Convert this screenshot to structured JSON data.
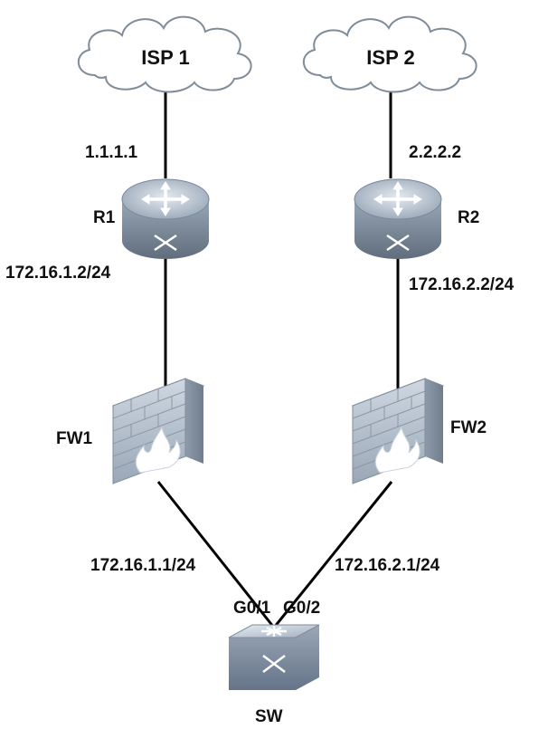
{
  "clouds": {
    "isp1": {
      "label": "ISP 1"
    },
    "isp2": {
      "label": "ISP 2"
    }
  },
  "routers": {
    "r1": {
      "label": "R1",
      "wan_ip": "1.1.1.1",
      "lan_ip": "172.16.1.2/24"
    },
    "r2": {
      "label": "R2",
      "wan_ip": "2.2.2.2",
      "lan_ip": "172.16.2.2/24"
    }
  },
  "firewalls": {
    "fw1": {
      "label": "FW1",
      "ip": "172.16.1.1/24"
    },
    "fw2": {
      "label": "FW2",
      "ip": "172.16.2.1/24"
    }
  },
  "switch": {
    "label": "SW",
    "port_left": "G0/1",
    "port_right": "G0/2"
  },
  "colors": {
    "device_body": "#8a98a8",
    "device_top": "#c9d3de",
    "firewall_brick": "#b9c4d0",
    "cloud_fill": "#ffffff",
    "cloud_stroke": "#7f8c99",
    "link": "#000000"
  }
}
